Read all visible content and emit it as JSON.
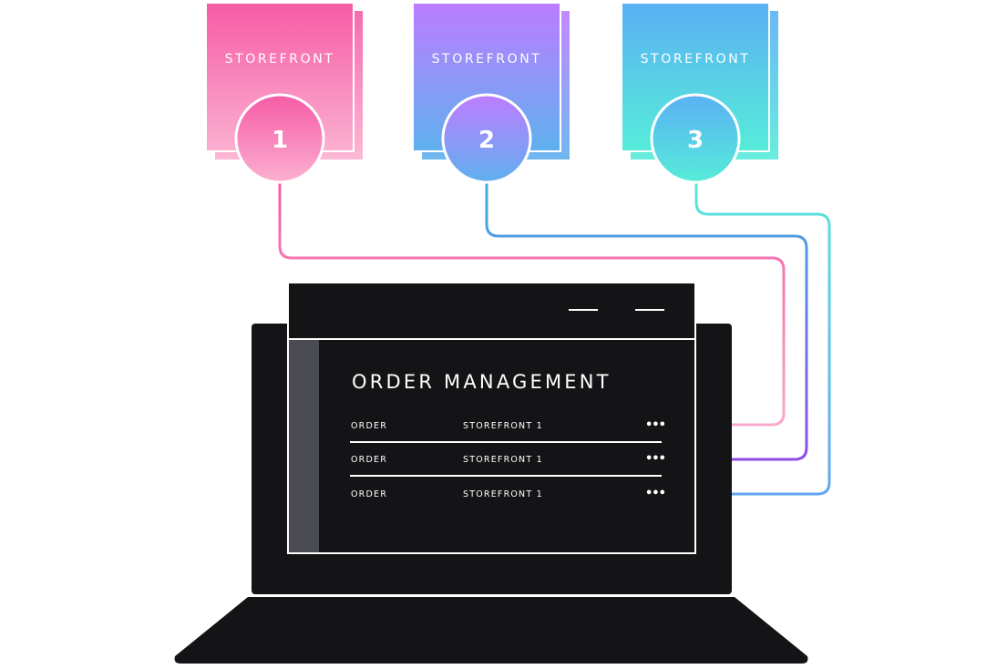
{
  "storefronts": [
    {
      "label": "STOREFRONT",
      "number": "1"
    },
    {
      "label": "STOREFRONT",
      "number": "2"
    },
    {
      "label": "STOREFRONT",
      "number": "3"
    }
  ],
  "app": {
    "title": "ORDER MANAGEMENT",
    "rows": [
      {
        "col1": "ORDER",
        "col2": "STOREFRONT 1",
        "menu": "•••"
      },
      {
        "col1": "ORDER",
        "col2": "STOREFRONT 1",
        "menu": "•••"
      },
      {
        "col1": "ORDER",
        "col2": "STOREFRONT 1",
        "menu": "•••"
      }
    ]
  },
  "colors": {
    "pink": "#f65ba6",
    "purple": "#b77cff",
    "blue": "#5ab0f4",
    "teal": "#56ecd9",
    "laptop": "#141417",
    "sidebar": "#4a4a52"
  }
}
